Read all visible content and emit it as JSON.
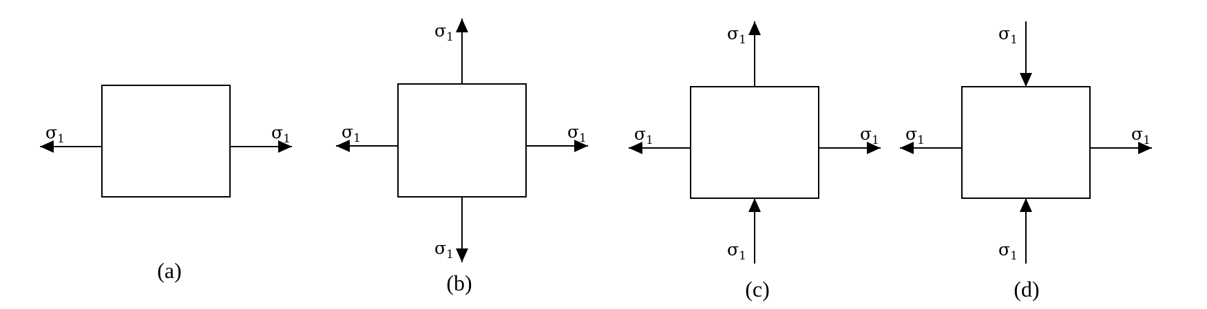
{
  "stress_symbol": "σ",
  "stress_subscript": "1",
  "panels": [
    {
      "id": "a",
      "caption": "(a)",
      "arrows": [
        {
          "side": "left",
          "direction": "outward"
        },
        {
          "side": "right",
          "direction": "outward"
        }
      ]
    },
    {
      "id": "b",
      "caption": "(b)",
      "arrows": [
        {
          "side": "top",
          "direction": "outward"
        },
        {
          "side": "left",
          "direction": "outward"
        },
        {
          "side": "right",
          "direction": "outward"
        },
        {
          "side": "bottom",
          "direction": "outward"
        }
      ]
    },
    {
      "id": "c",
      "caption": "(c)",
      "arrows": [
        {
          "side": "top",
          "direction": "outward"
        },
        {
          "side": "left",
          "direction": "outward"
        },
        {
          "side": "right",
          "direction": "outward"
        },
        {
          "side": "bottom",
          "direction": "inward"
        }
      ]
    },
    {
      "id": "d",
      "caption": "(d)",
      "arrows": [
        {
          "side": "top",
          "direction": "inward"
        },
        {
          "side": "left",
          "direction": "outward"
        },
        {
          "side": "right",
          "direction": "outward"
        },
        {
          "side": "bottom",
          "direction": "inward"
        }
      ]
    }
  ]
}
